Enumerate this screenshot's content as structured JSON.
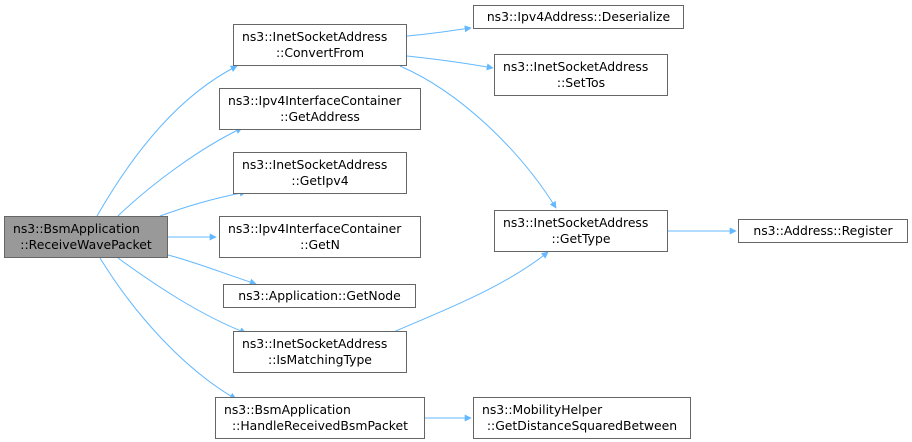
{
  "colors": {
    "edge": "#63b8ff",
    "node_border": "#666666",
    "node_fill": "#ffffff",
    "root_fill": "#999999"
  },
  "nodes": {
    "root": {
      "line1": "ns3::BsmApplication",
      "line2": "::ReceiveWavePacket"
    },
    "convert_from": {
      "line1": "ns3::InetSocketAddress",
      "line2": "::ConvertFrom"
    },
    "ipv4_get_address": {
      "line1": "ns3::Ipv4InterfaceContainer",
      "line2": "::GetAddress"
    },
    "get_ipv4": {
      "line1": "ns3::InetSocketAddress",
      "line2": "::GetIpv4"
    },
    "get_n": {
      "line1": "ns3::Ipv4InterfaceContainer",
      "line2": "::GetN"
    },
    "get_node": {
      "line1": "ns3::Application::GetNode"
    },
    "is_matching_type": {
      "line1": "ns3::InetSocketAddress",
      "line2": "::IsMatchingType"
    },
    "handle_received": {
      "line1": "ns3::BsmApplication",
      "line2": "::HandleReceivedBsmPacket"
    },
    "deserialize": {
      "line1": "ns3::Ipv4Address::Deserialize"
    },
    "set_tos": {
      "line1": "ns3::InetSocketAddress",
      "line2": "::SetTos"
    },
    "get_type": {
      "line1": "ns3::InetSocketAddress",
      "line2": "::GetType"
    },
    "get_distance": {
      "line1": "ns3::MobilityHelper",
      "line2": "::GetDistanceSquaredBetween"
    },
    "register": {
      "line1": "ns3::Address::Register"
    }
  },
  "edges": [
    {
      "from": "root",
      "to": "convert_from"
    },
    {
      "from": "root",
      "to": "ipv4_get_address"
    },
    {
      "from": "root",
      "to": "get_ipv4"
    },
    {
      "from": "root",
      "to": "get_n"
    },
    {
      "from": "root",
      "to": "get_node"
    },
    {
      "from": "root",
      "to": "is_matching_type"
    },
    {
      "from": "root",
      "to": "handle_received"
    },
    {
      "from": "convert_from",
      "to": "deserialize"
    },
    {
      "from": "convert_from",
      "to": "set_tos"
    },
    {
      "from": "convert_from",
      "to": "get_type"
    },
    {
      "from": "is_matching_type",
      "to": "get_type"
    },
    {
      "from": "get_type",
      "to": "register"
    },
    {
      "from": "handle_received",
      "to": "get_distance"
    }
  ]
}
